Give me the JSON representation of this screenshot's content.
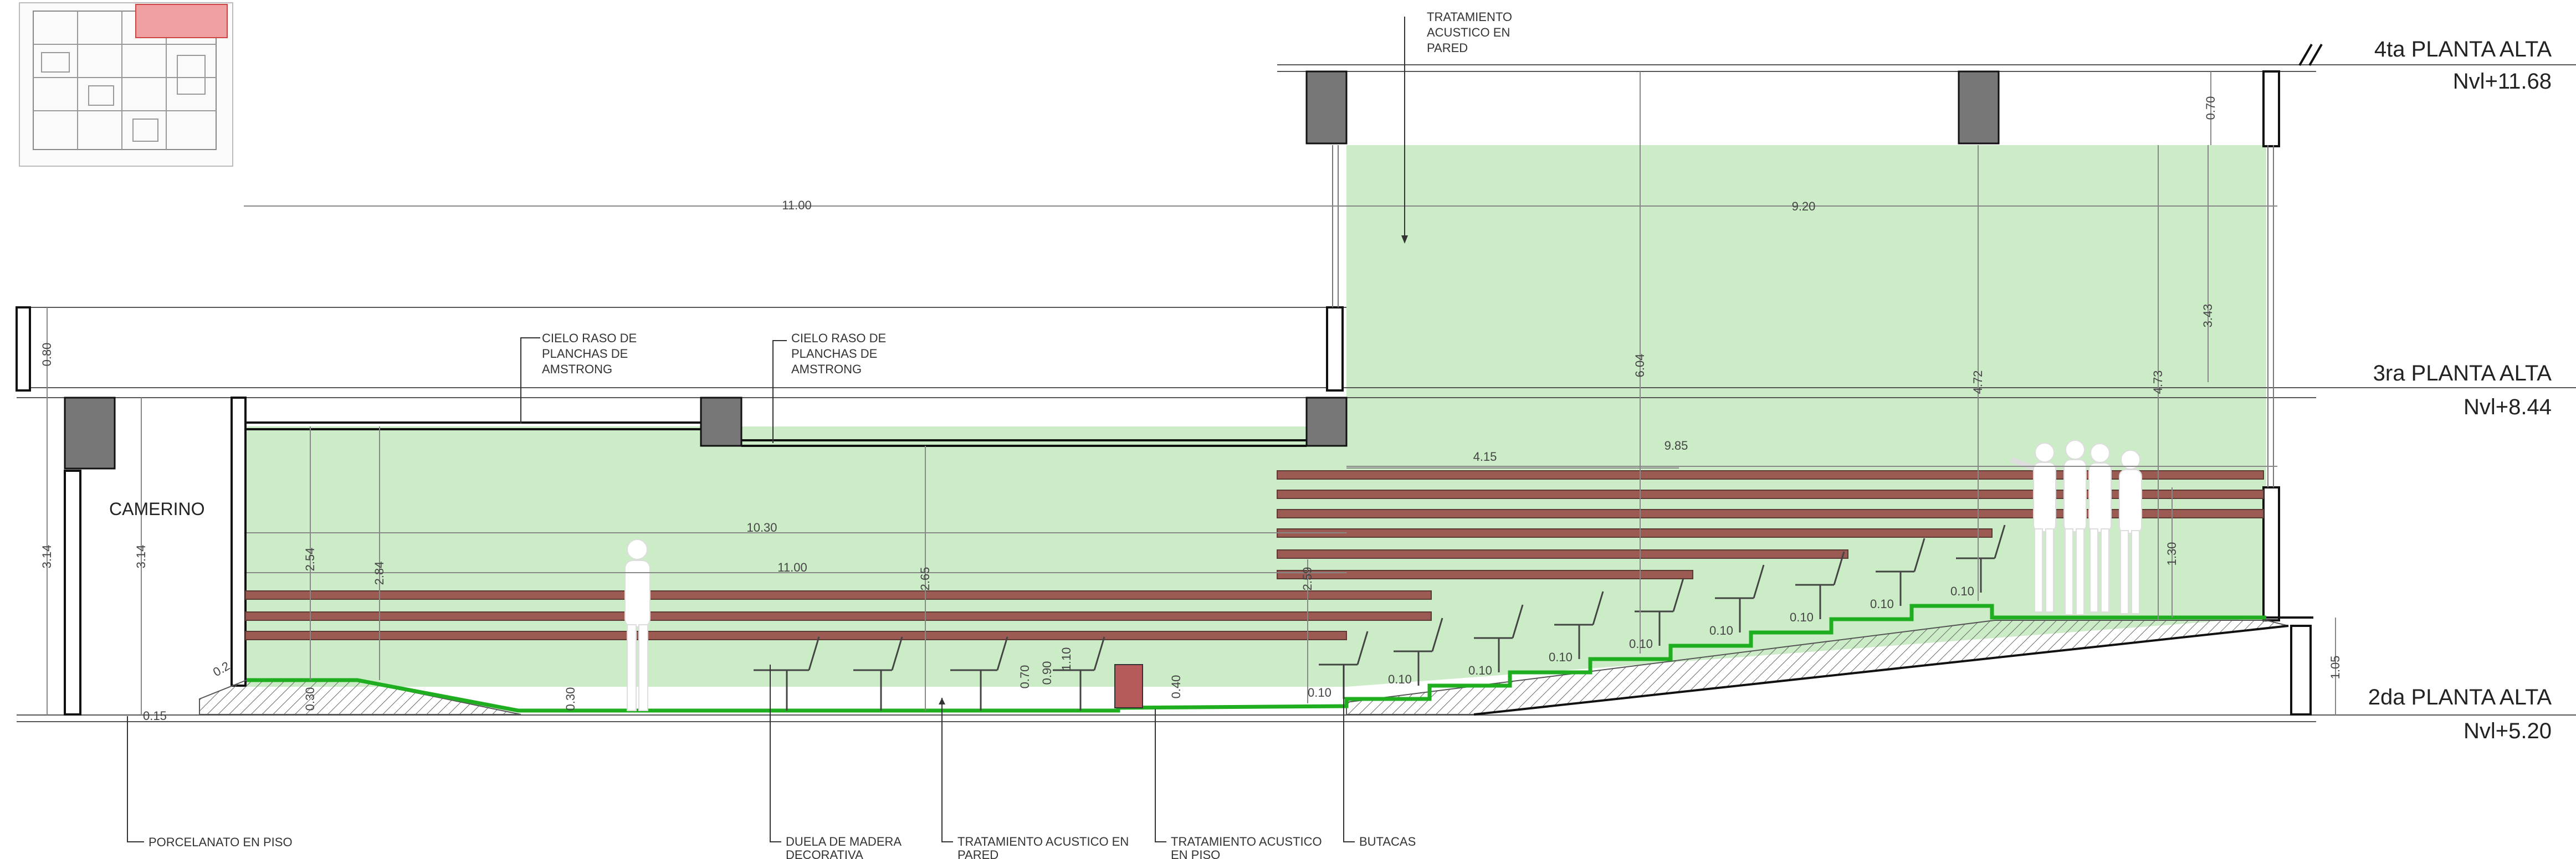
{
  "levels": [
    {
      "name": "4ta PLANTA ALTA",
      "elevation": "Nvl+11.68"
    },
    {
      "name": "3ra PLANTA ALTA",
      "elevation": "Nvl+8.44"
    },
    {
      "name": "2da PLANTA ALTA",
      "elevation": "Nvl+5.20"
    }
  ],
  "room_label": "CAMERINO",
  "annotations": {
    "tratamiento_pared_top": [
      "TRATAMIENTO",
      "ACUSTICO EN",
      "PARED"
    ],
    "cielo_raso_1": [
      "CIELO RASO DE",
      "PLANCHAS DE",
      "AMSTRONG"
    ],
    "cielo_raso_2": [
      "CIELO RASO DE",
      "PLANCHAS DE",
      "AMSTRONG"
    ],
    "porcelanato": [
      "PORCELANATO EN PISO"
    ],
    "duela": [
      "DUELA DE MADERA",
      "DECORATIVA"
    ],
    "tratamiento_pared_bottom": [
      "TRATAMIENTO ACUSTICO EN",
      "PARED"
    ],
    "tratamiento_piso": [
      "TRATAMIENTO ACUSTICO",
      "EN PISO"
    ],
    "butacas": [
      "BUTACAS"
    ]
  },
  "dimensions": {
    "d_11_00_top": "11.00",
    "d_9_20": "9.20",
    "d_0_70_top": "0.70",
    "d_0_80": "0.80",
    "d_3_14_a": "3.14",
    "d_3_14_b": "3.14",
    "d_2_54": "2.54",
    "d_2_84": "2.84",
    "d_10_30": "10.30",
    "d_11_00_mid": "11.00",
    "d_2_65": "2.65",
    "d_2_59": "2.59",
    "d_4_15": "4.15",
    "d_9_85": "9.85",
    "d_6_04": "6.04",
    "d_4_72": "4.72",
    "d_4_73": "4.73",
    "d_3_43": "3.43",
    "d_1_30": "1.30",
    "d_1_05": "1.05",
    "d_0_70_low": "0.70",
    "d_0_90": "0.90",
    "d_1_10": "1.10",
    "d_0_40": "0.40",
    "d_0_30_a": "0.30",
    "d_0_30_b": "0.30",
    "d_0_15": "0.15",
    "d_0_2": "0.2",
    "step": "0.10"
  }
}
